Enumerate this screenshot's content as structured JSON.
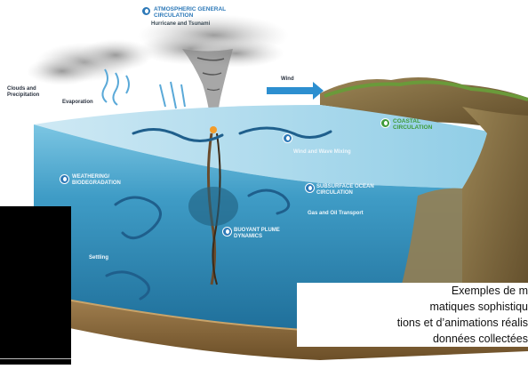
{
  "labels": {
    "atmospheric_1": "ATMOSPHERIC GENERAL",
    "atmospheric_2": "CIRCULATION",
    "hurricane": "Hurricane and Tsunami",
    "clouds_1": "Clouds and",
    "clouds_2": "Precipitation",
    "evaporation": "Evaporation",
    "wind": "Wind",
    "coastal_1": "COASTAL",
    "coastal_2": "CIRCULATION",
    "wind_wave": "Wind and Wave Mixing",
    "weathering_1": "WEATHERING/",
    "weathering_2": "BIODEGRADATION",
    "subsurface_1": "SUBSURFACE OCEAN",
    "subsurface_2": "CIRCULATION",
    "gas_oil": "Gas and Oil Transport",
    "buoyant_1": "BUOYANT PLUME",
    "buoyant_2": "DYNAMICS",
    "settling": "Settling"
  },
  "caption": {
    "line1": "Exemples de m",
    "line2": "matiques sophistiqu",
    "line3": "tions et d’animations réalis",
    "line4": "données collectées"
  },
  "colors": {
    "water": "#2f8fb8",
    "seafloor": "#8a6a3c",
    "land": "#7a6a45",
    "accent_blue": "#2d79b8",
    "accent_green": "#3f9b3a"
  }
}
